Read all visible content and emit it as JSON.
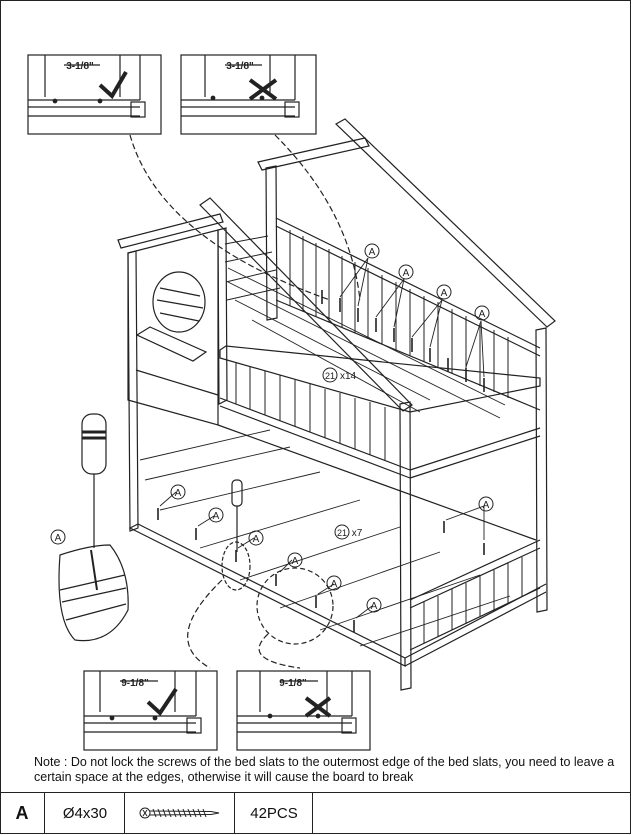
{
  "page": {
    "title": ""
  },
  "details": {
    "top_ok": {
      "dim": "3-1/8\"",
      "verdict": "correct"
    },
    "top_bad": {
      "dim": "3-1/8\"",
      "verdict": "incorrect"
    },
    "bottom_ok": {
      "dim": "9-1/8\"",
      "verdict": "correct"
    },
    "bottom_bad": {
      "dim": "9-1/8\"",
      "verdict": "incorrect"
    }
  },
  "callouts": {
    "part": "A",
    "upper_qty": "x14",
    "lower_qty": "x7",
    "slat_part": "21"
  },
  "note": {
    "text": "Note : Do not lock the screws of the bed slats to the outermost edge of the bed slats, you need to leave a certain space at the edges, otherwise it will cause the board to break"
  },
  "parts_table": {
    "letter": "A",
    "size": "Ø4x30",
    "item_icon": "screw-icon",
    "quantity": "42PCS"
  },
  "colors": {
    "line": "#222222",
    "background": "#ffffff"
  }
}
